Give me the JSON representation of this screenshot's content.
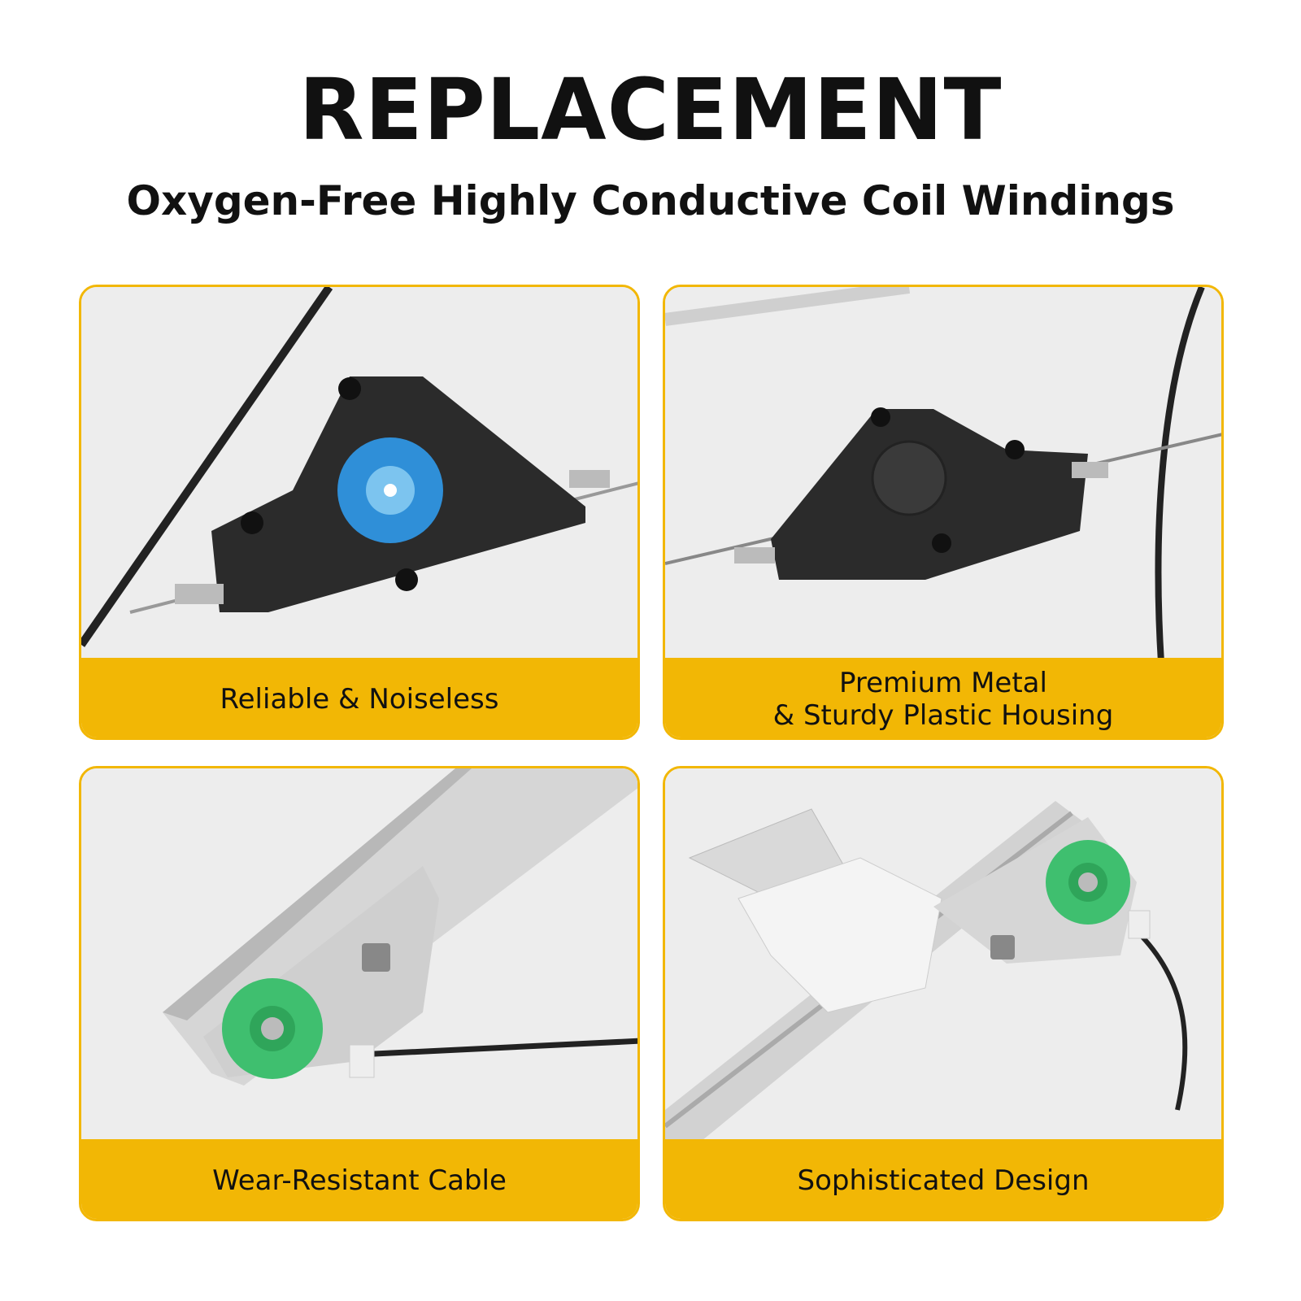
{
  "header": {
    "title": "REPLACEMENT",
    "subtitle": "Oxygen-Free Highly Conductive Coil Windings"
  },
  "cards": [
    {
      "caption": "Reliable & Noiseless",
      "icon": "motor-gear-housing-icon"
    },
    {
      "caption": "Premium Metal\n& Sturdy Plastic Housing",
      "icon": "plastic-housing-icon"
    },
    {
      "caption": "Wear-Resistant Cable",
      "icon": "cable-pulley-icon"
    },
    {
      "caption": "Sophisticated Design",
      "icon": "regulator-slider-icon"
    }
  ],
  "colors": {
    "accent": "#f2b705",
    "housing": "#2a2a2a",
    "gear_blue": "#2f8fd8",
    "pulley_green": "#3fbf6f",
    "metal_rail": "#c9c9c9"
  }
}
